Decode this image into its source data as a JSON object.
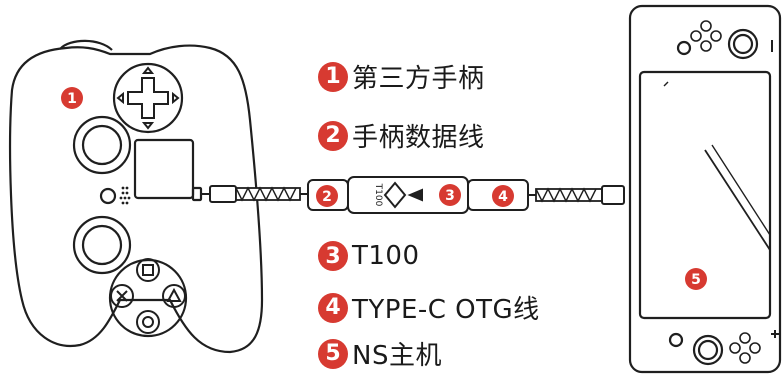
{
  "accent_red": "#d73a31",
  "line_color": "#1f1f1f",
  "markers": {
    "controller": "1",
    "cable_end": "2",
    "adapter": "3",
    "otg": "4",
    "console": "5"
  },
  "adapter_label": "T100",
  "legend": [
    {
      "num": "1",
      "text": "第三方手柄"
    },
    {
      "num": "2",
      "text": "手柄数据线"
    },
    {
      "num": "3",
      "text": "T100"
    },
    {
      "num": "4",
      "text": "TYPE-C OTG线"
    },
    {
      "num": "5",
      "text": "NS主机"
    }
  ],
  "icons": {
    "controller": "gamepad-icon",
    "console": "handheld-console-icon",
    "dpad": "dpad-icon",
    "face_buttons": [
      "cross-icon",
      "square-icon",
      "circle-icon",
      "triangle-icon"
    ]
  }
}
